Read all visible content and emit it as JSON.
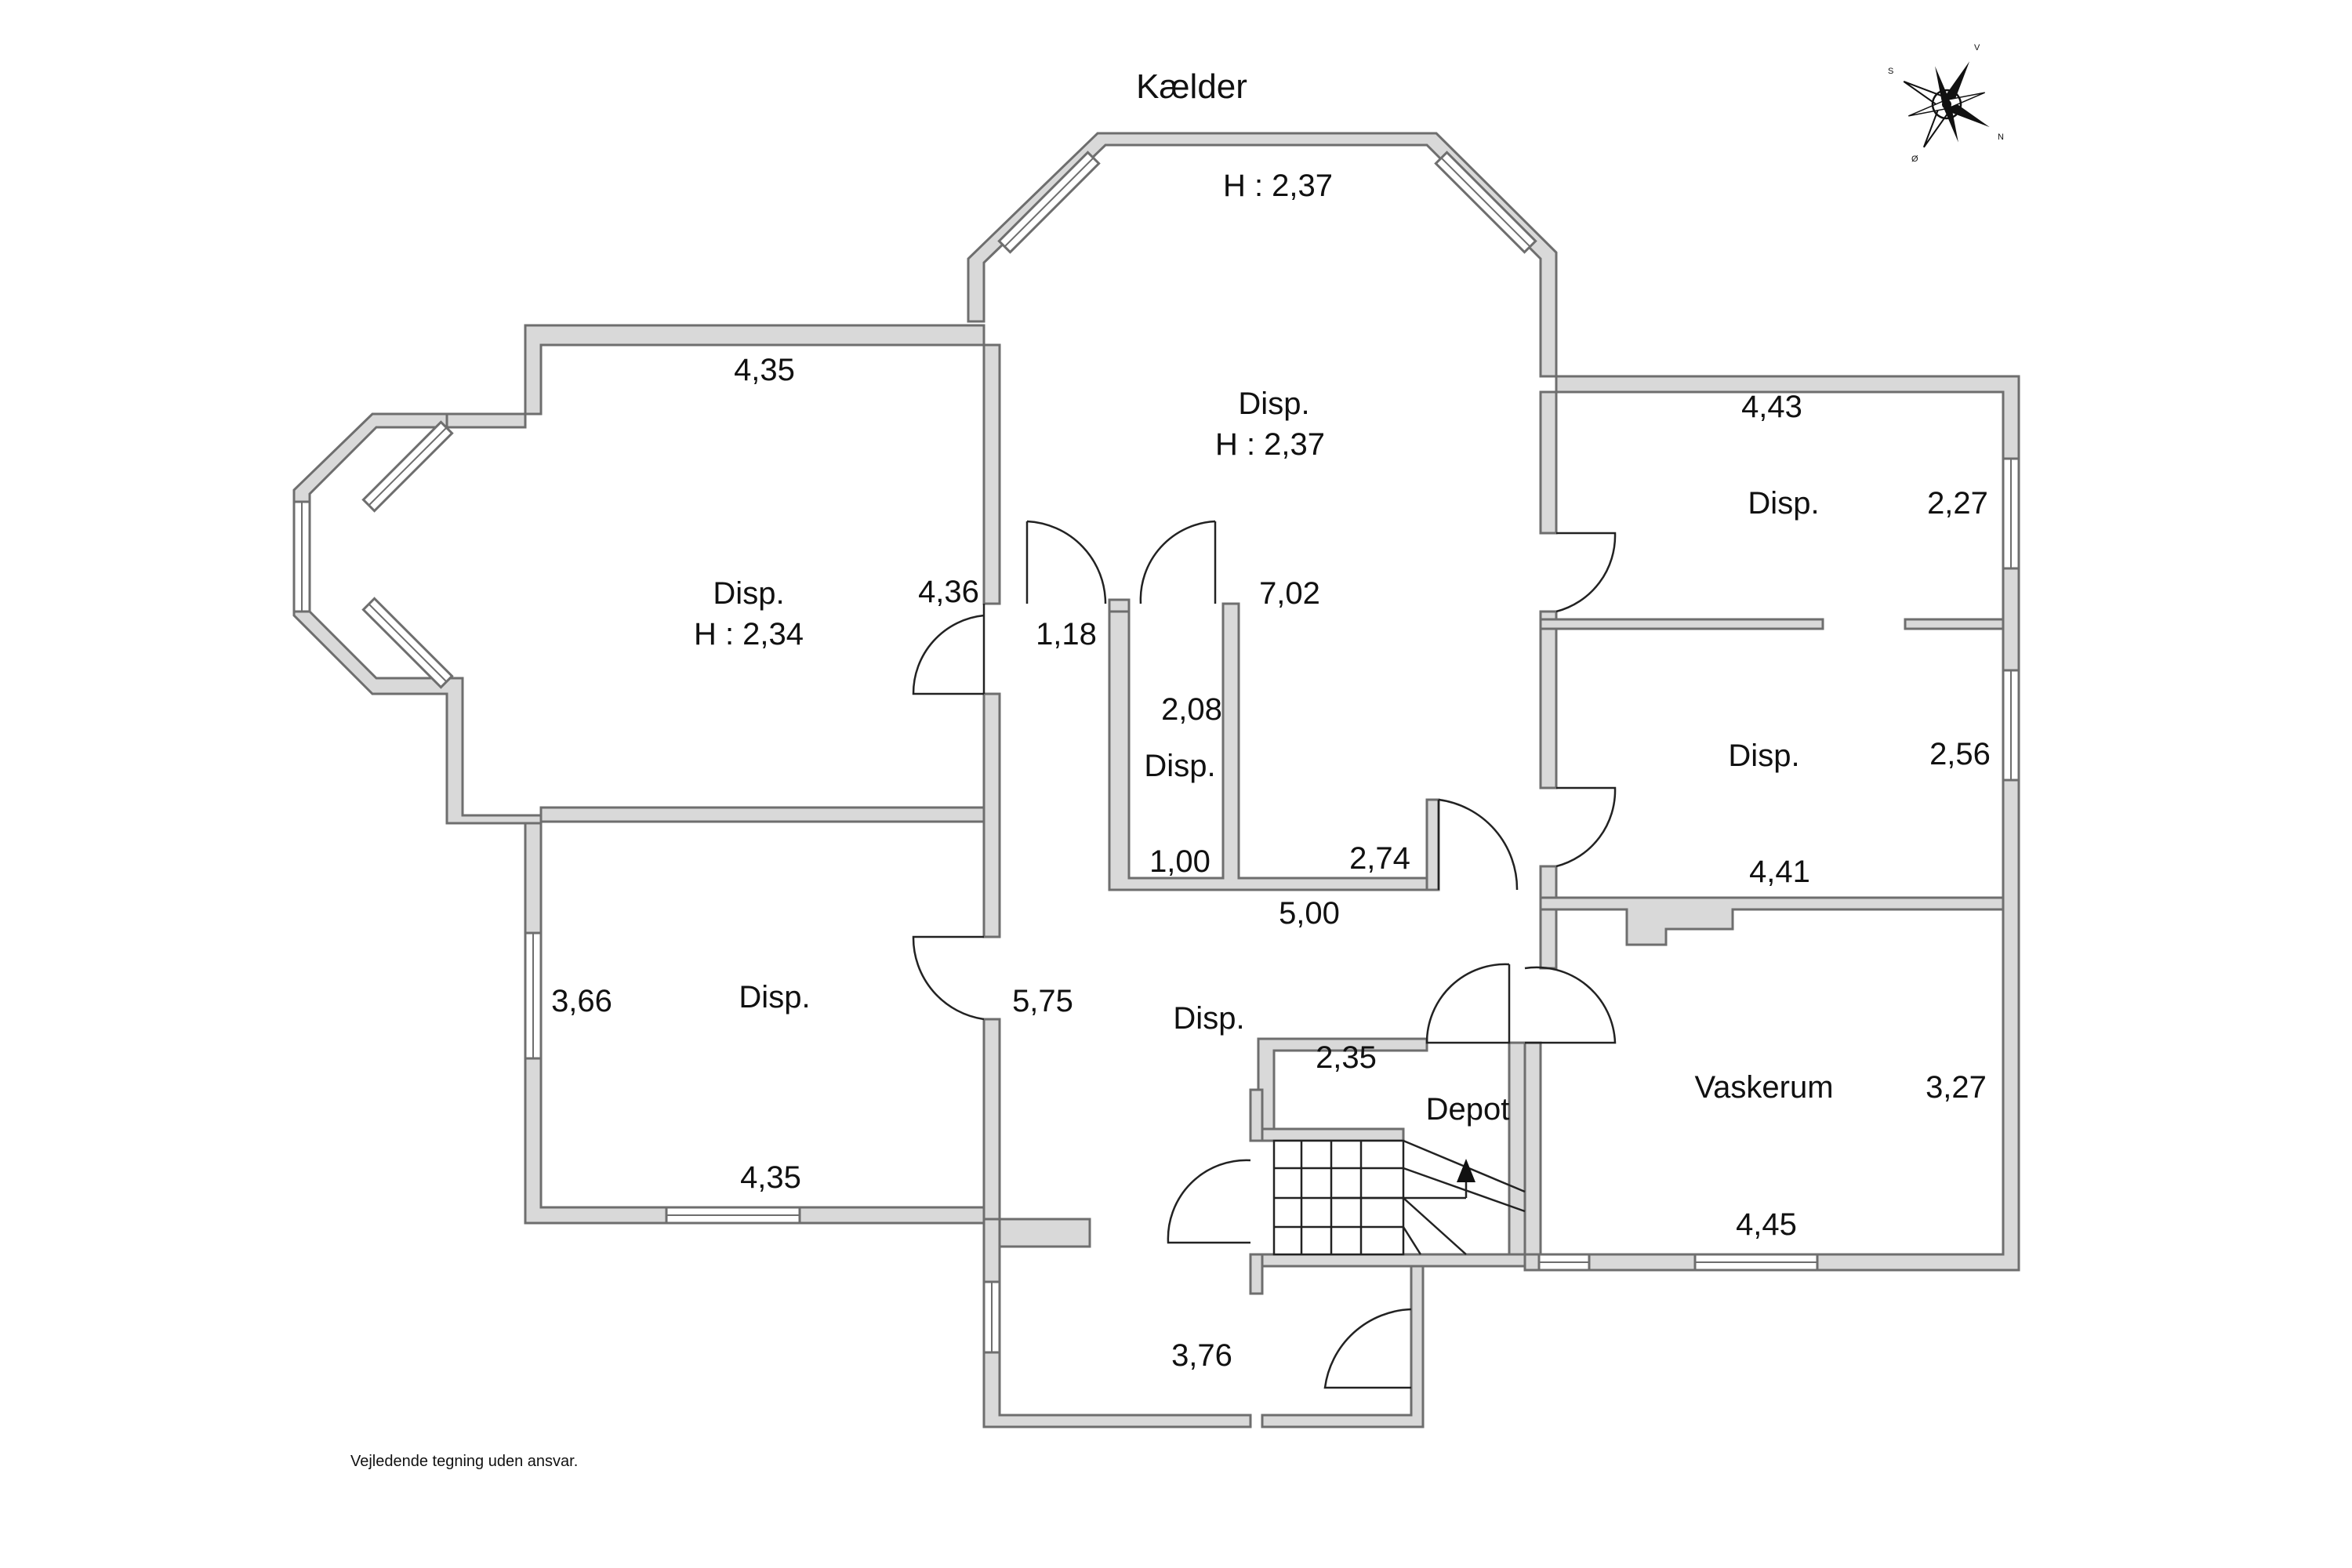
{
  "title": "Kælder",
  "disclaimer": "Vejledende tegning uden ansvar.",
  "compass": {
    "s": "S",
    "v": "V",
    "n": "N",
    "o": "Ø"
  },
  "rooms": {
    "top": {
      "name": "Disp.",
      "height": "H : 2,37",
      "top_height": "H : 2,37",
      "dim": "7,02"
    },
    "west": {
      "name": "Disp.",
      "height": "H : 2,34",
      "width": "4,35",
      "depth": "4,36"
    },
    "closet": {
      "name": "Disp.",
      "depth": "2,08",
      "width": "1,00",
      "door": "1,18"
    },
    "ne": {
      "name": "Disp.",
      "width": "4,43",
      "depth": "2,27"
    },
    "east": {
      "name": "Disp.",
      "width": "4,41",
      "depth": "2,56"
    },
    "sw": {
      "name": "Disp.",
      "width": "4,35",
      "depth": "3,66"
    },
    "hall": {
      "name": "Disp.",
      "dim_a": "2,74",
      "dim_b": "5,00",
      "dim_c": "5,75",
      "dim_d": "2,35"
    },
    "depot": {
      "name": "Depot"
    },
    "laundry": {
      "name": "Vaskerum",
      "width": "4,45",
      "depth": "3,27"
    },
    "entry": {
      "width": "3,76"
    }
  }
}
